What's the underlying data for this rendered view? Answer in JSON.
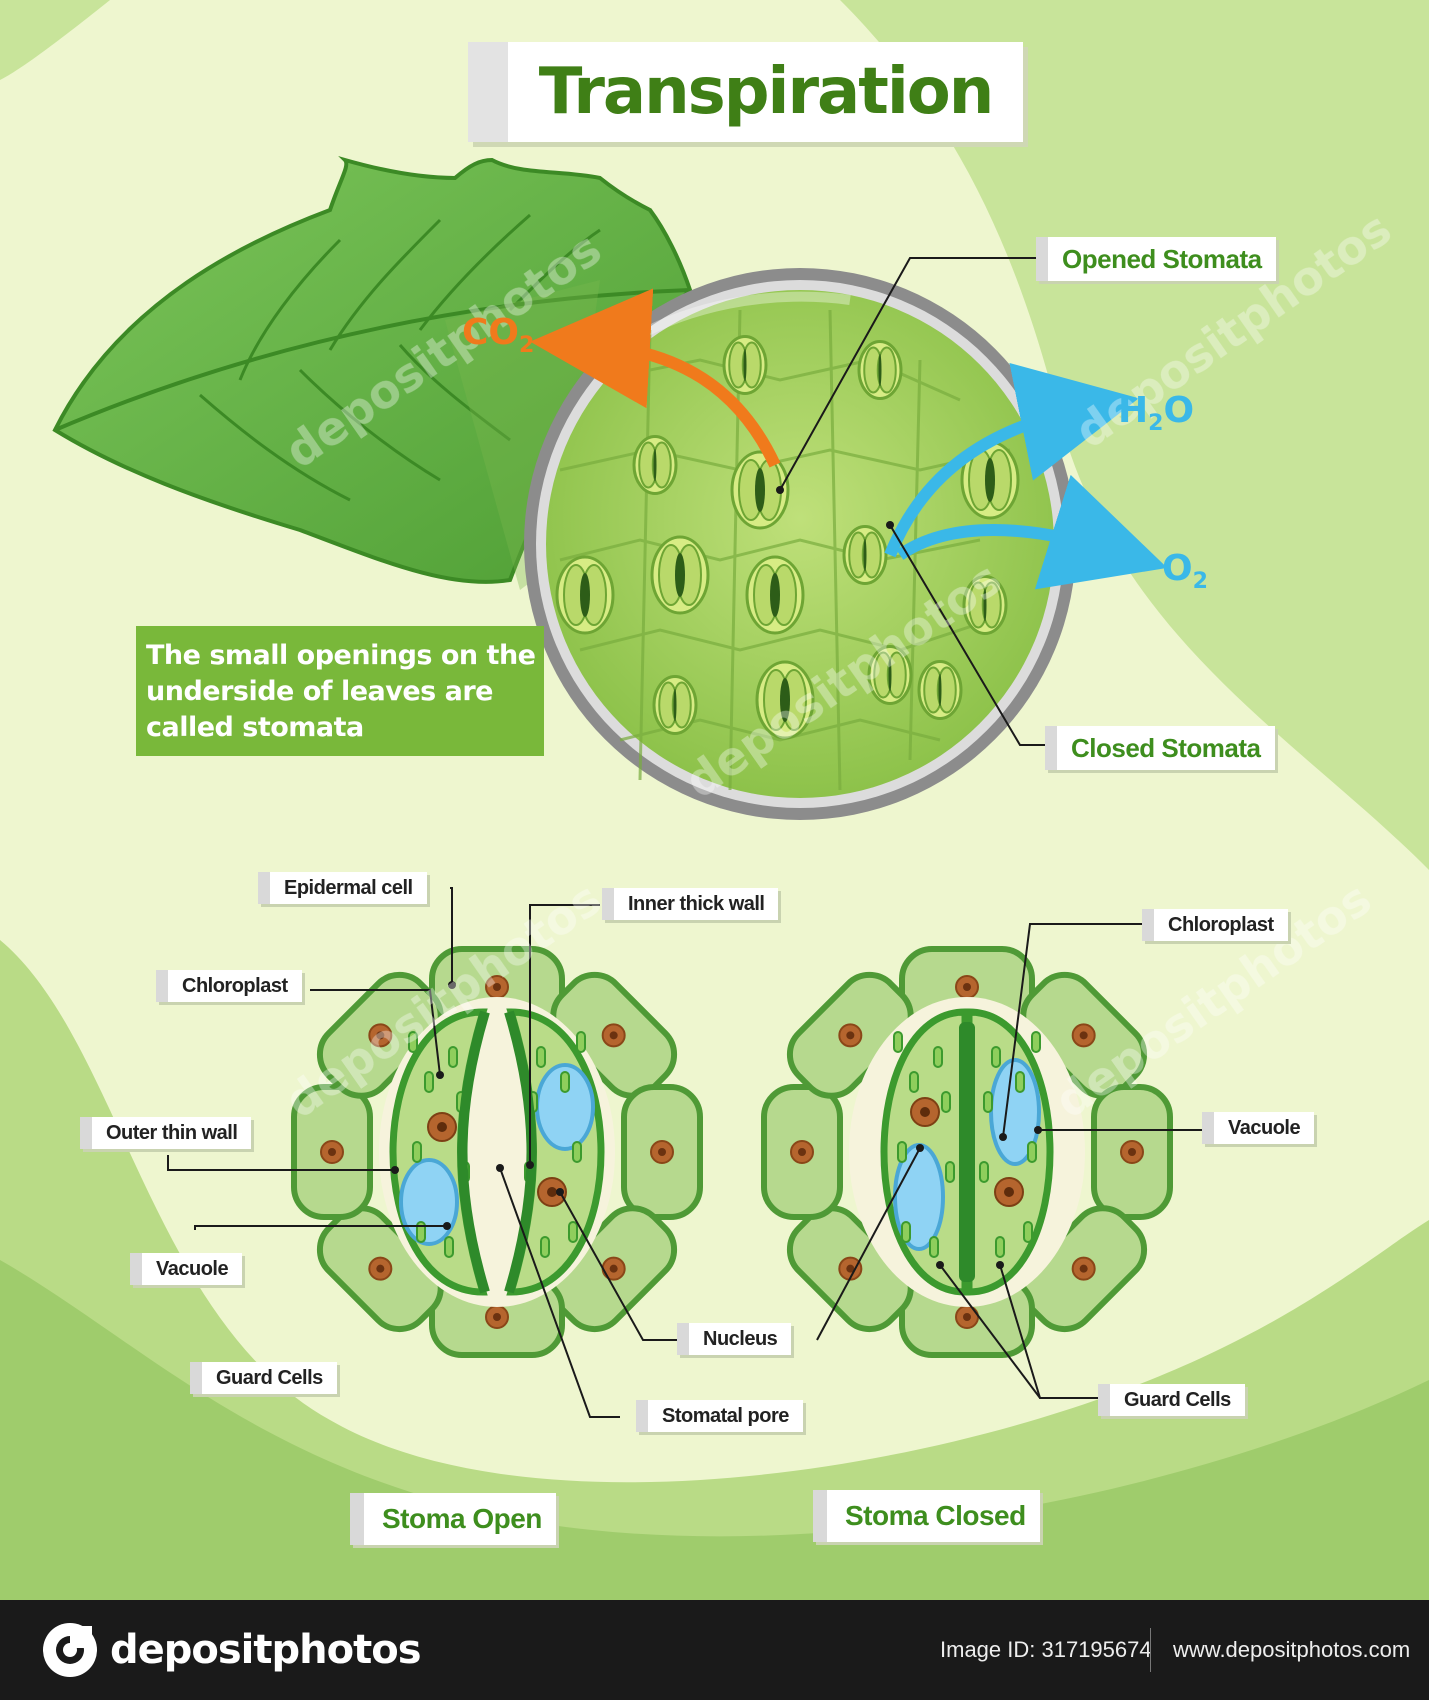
{
  "title": "Transpiration",
  "note": "The small openings on the underside of leaves are called stomata",
  "gases": {
    "co2": {
      "base": "CO",
      "sub": "2"
    },
    "h2o": {
      "a": "H",
      "sub": "2",
      "b": "O"
    },
    "o2": {
      "base": "O",
      "sub": "2"
    }
  },
  "top_labels": {
    "opened_stomata": "Opened Stomata",
    "closed_stomata": "Closed Stomata"
  },
  "open_labels": {
    "epidermal_cell": "Epidermal cell",
    "inner_thick_wall": "Inner thick wall",
    "chloroplast": "Chloroplast",
    "outer_thin_wall": "Outer thin wall",
    "vacuole": "Vacuole",
    "guard_cells": "Guard Cells",
    "nucleus": "Nucleus",
    "stomatal_pore": "Stomatal pore"
  },
  "closed_labels": {
    "chloroplast": "Chloroplast",
    "vacuole": "Vacuole",
    "guard_cells": "Guard Cells"
  },
  "captions": {
    "open": "Stoma Open",
    "closed": "Stoma Closed"
  },
  "footer": {
    "brand": "depositphotos",
    "image_id": "Image ID: 317195674",
    "url": "www.depositphotos.com"
  },
  "watermark": "depositphotos",
  "colors": {
    "leaf": "#5fb142",
    "cell_outer": "#a8cf78",
    "guard_cell": "#4fa13a",
    "vacuole": "#8fd3f4",
    "nucleus": "#b5652e",
    "co2_arrow": "#f07a1c",
    "h2o_arrow": "#3ab8e8",
    "title_green": "#3f7f16"
  }
}
